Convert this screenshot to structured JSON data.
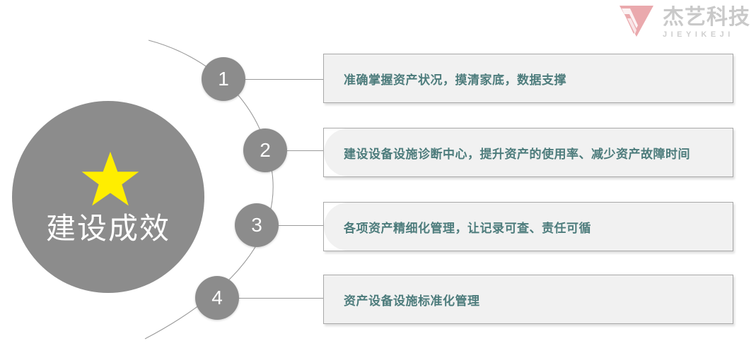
{
  "brand": {
    "logo_icon": "brand-v-mark-icon",
    "name_cn": "杰艺科技",
    "name_en": "JIEYIKEJI",
    "mark_color": "#e8a8ac",
    "text_color": "#c9c9c9"
  },
  "hero": {
    "star_icon": "star-icon",
    "label": "建设成效",
    "circle_color": "#8c8c8c",
    "star_color": "#ffee00",
    "label_color": "#ffffff"
  },
  "items": [
    {
      "number": "1",
      "text": "准确掌握资产状况，摸清家底，数据支撑",
      "shape": "square"
    },
    {
      "number": "2",
      "text": "建设设备设施诊断中心，提升资产的使用率、减少资产故障时间",
      "shape": "rounded"
    },
    {
      "number": "3",
      "text": "各项资产精细化管理，让记录可查、责任可循",
      "shape": "rounded"
    },
    {
      "number": "4",
      "text": "资产设备设施标准化管理",
      "shape": "square"
    }
  ],
  "style": {
    "card_fill": "#f1f1f1",
    "card_border": "#a8a8a8",
    "card_text_color": "#4d7c7c",
    "node_color": "#8c8c8c",
    "connector_color": "#9a9a9a",
    "background": "#ffffff"
  }
}
